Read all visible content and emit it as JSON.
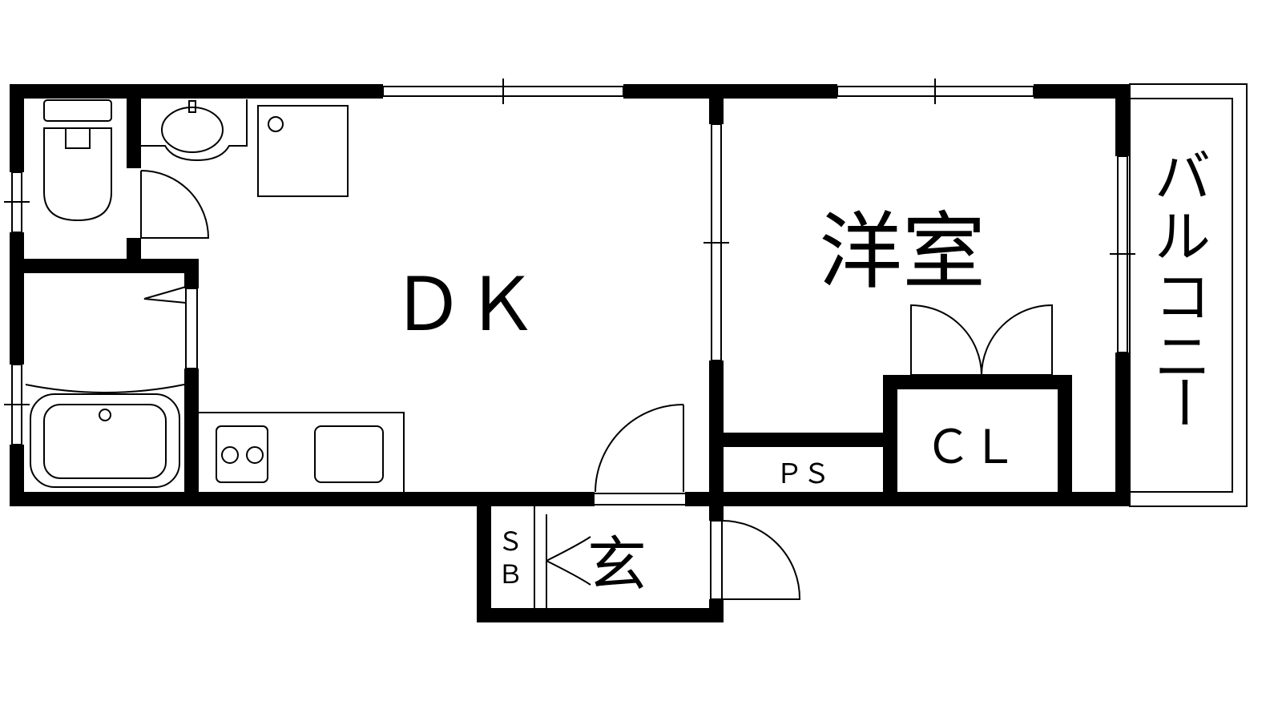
{
  "rooms": {
    "dk": "ＤＫ",
    "western_room": "洋室",
    "closet": "ＣＬ",
    "pipe_space": "ＰＳ",
    "shoe_box_top": "Ｓ",
    "shoe_box_bottom": "Ｂ",
    "entrance": "玄",
    "balcony": [
      "バ",
      "ル",
      "コ",
      "ニ",
      "ー"
    ]
  },
  "colors": {
    "wall": "#000000",
    "background": "#ffffff"
  }
}
